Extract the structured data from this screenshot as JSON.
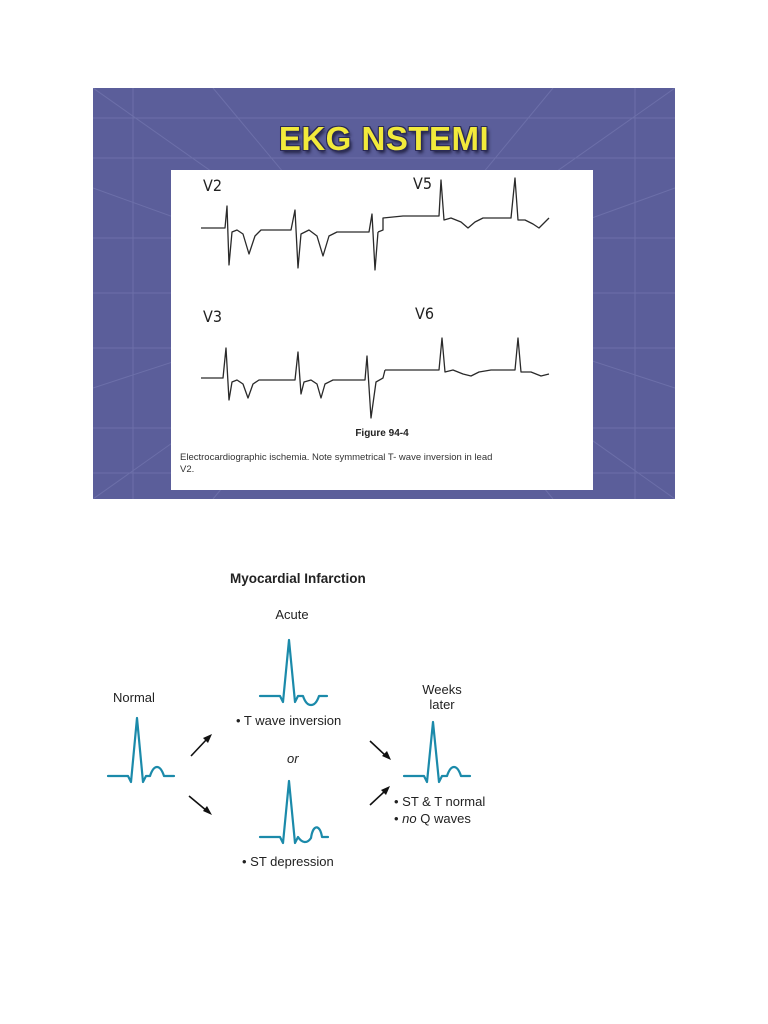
{
  "slide": {
    "title": "EKG NSTEMI",
    "leads": [
      "V2",
      "V5",
      "V3",
      "V6"
    ],
    "figure_number": "Figure 94-4",
    "caption_line1": "Electrocardiographic ischemia. Note symmetrical T- wave inversion in lead",
    "caption_line2": "V2.",
    "colors": {
      "background": "#5b5e9a",
      "title": "#f2ea3b",
      "trace": "#2a2a2a"
    }
  },
  "diagram": {
    "title": "Myocardial Infarction",
    "normal_label": "Normal",
    "acute_label": "Acute",
    "t_wave_label": "• T wave inversion",
    "or_label": "or",
    "st_depression_label": "• ST depression",
    "weeks_label_line1": "Weeks",
    "weeks_label_line2": "later",
    "st_t_normal_label": "• ST & T normal",
    "no_q_prefix": "no",
    "no_q_suffix": " Q waves",
    "colors": {
      "trace": "#1b8aaa",
      "arrow": "#111111"
    }
  }
}
